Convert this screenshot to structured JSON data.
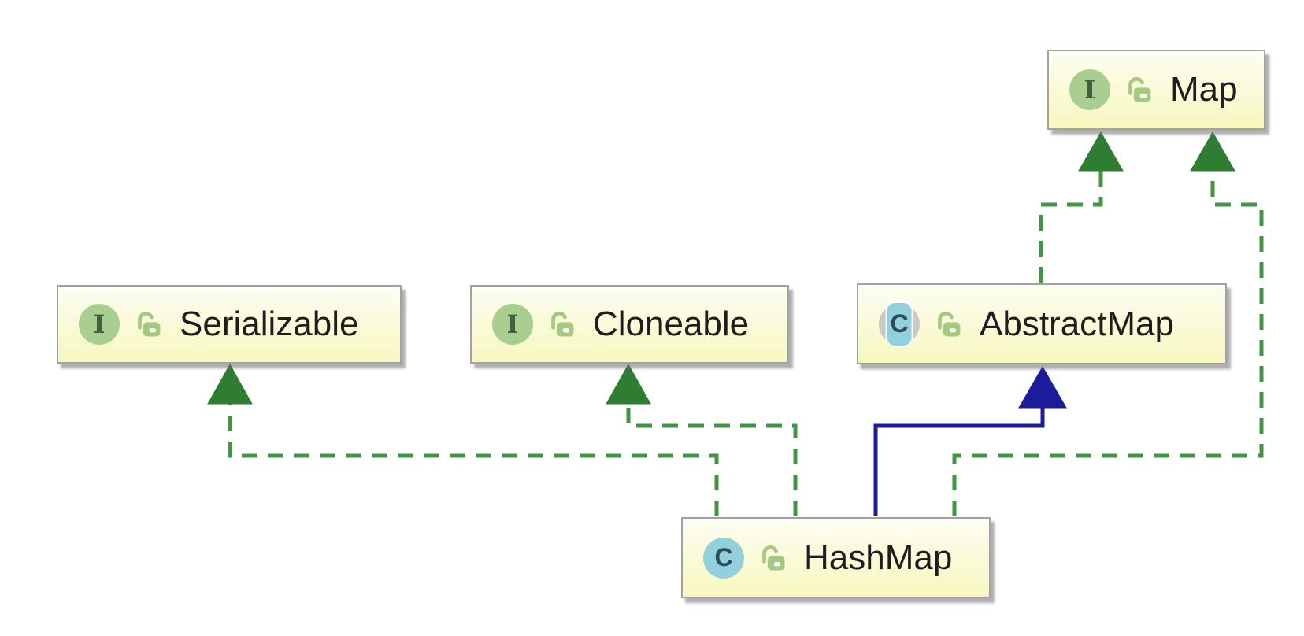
{
  "diagram": {
    "title": "HashMap class hierarchy UML diagram",
    "background": "#ffffff",
    "nodes": [
      {
        "id": "map",
        "label": "Map",
        "kind": "interface",
        "visibility": "public"
      },
      {
        "id": "serializable",
        "label": "Serializable",
        "kind": "interface",
        "visibility": "public"
      },
      {
        "id": "cloneable",
        "label": "Cloneable",
        "kind": "interface",
        "visibility": "public"
      },
      {
        "id": "abstract-map",
        "label": "AbstractMap",
        "kind": "abstract class",
        "visibility": "public"
      },
      {
        "id": "hash-map",
        "label": "HashMap",
        "kind": "class",
        "visibility": "public"
      }
    ],
    "icon_letters": {
      "interface": "I",
      "class": "C",
      "abstract_class": "C"
    },
    "edges": [
      {
        "from": "HashMap",
        "to": "Serializable",
        "relation": "implements",
        "line": "dashed",
        "color": "#3f9644"
      },
      {
        "from": "HashMap",
        "to": "Cloneable",
        "relation": "implements",
        "line": "dashed",
        "color": "#3f9644"
      },
      {
        "from": "HashMap",
        "to": "AbstractMap",
        "relation": "extends",
        "line": "solid",
        "color": "#1b1b9b"
      },
      {
        "from": "HashMap",
        "to": "Map",
        "relation": "implements",
        "line": "dashed",
        "color": "#3f9644"
      },
      {
        "from": "AbstractMap",
        "to": "Map",
        "relation": "implements",
        "line": "dashed",
        "color": "#3f9644"
      }
    ],
    "colors": {
      "node_fill_top": "#fdfdf2",
      "node_fill_bottom": "#f7f7c0",
      "node_border": "#a2a2a2",
      "label_text": "#1e1e1e",
      "implements_line": "#3f9644",
      "implements_arrow": "#2e7d32",
      "extends_line": "#1b1b9b",
      "interface_icon_fill": "#a9cf90",
      "interface_icon_letter": "#44603f",
      "class_icon_fill": "#92d0de",
      "class_icon_letter": "#2e4b57",
      "abstract_icon_ring": "#cacac4",
      "lock_icon": "#a5c97e"
    }
  }
}
